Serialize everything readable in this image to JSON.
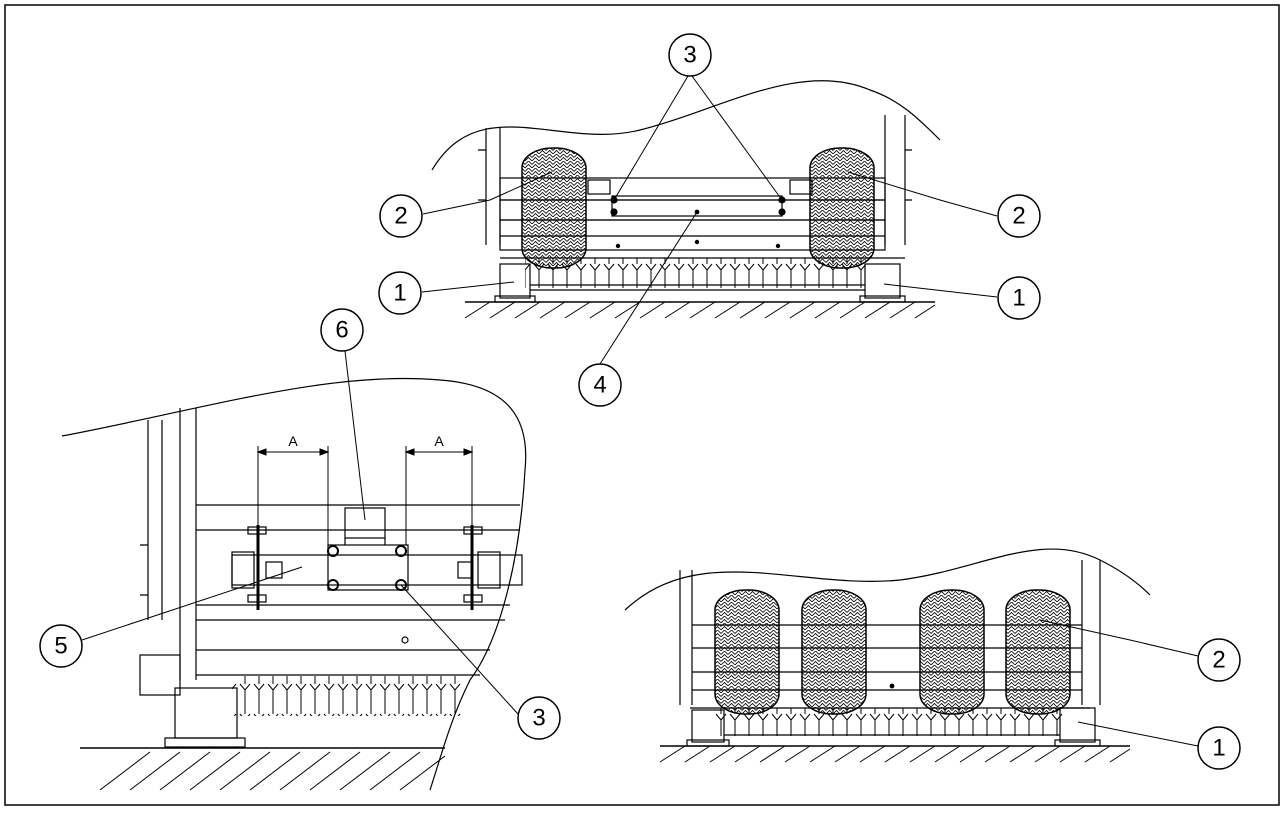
{
  "callouts": {
    "top_3": "3",
    "top_2_left": "2",
    "top_2_right": "2",
    "top_1_left": "1",
    "top_1_right": "1",
    "top_4": "4",
    "mid_6": "6",
    "mid_5": "5",
    "mid_3": "3",
    "br_2": "2",
    "br_1": "1"
  },
  "dimensions": {
    "a_left": "A",
    "a_right": "A"
  },
  "colors": {
    "line": "#000000",
    "background": "#ffffff"
  }
}
